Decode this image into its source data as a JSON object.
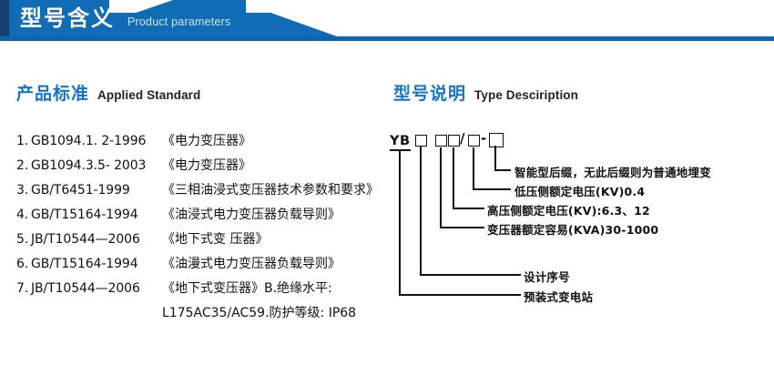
{
  "banner": {
    "title": "型号含义",
    "subtitle": "Product parameters",
    "accent_color": "#0f6cb5",
    "dark_color": "#17406e"
  },
  "sections": {
    "left": {
      "cn": "产品标准",
      "en": "Applied Standard"
    },
    "right": {
      "cn": "型号说明",
      "en": "Type Desciription"
    }
  },
  "standards": [
    {
      "index": "1.",
      "code": "GB1094.1. 2-1996",
      "name": "《电力变压器》"
    },
    {
      "index": "2.",
      "code": "GB1094.3.5- 2003",
      "name": "《电力变压器》"
    },
    {
      "index": "3.",
      "code": "GB/T6451-1999",
      "name": "《三相油浸式变压器技术参数和要求》"
    },
    {
      "index": "4.",
      "code": "GB/T15164-1994",
      "name": "《油浸式电力变压器负载导则》"
    },
    {
      "index": "5.",
      "code": "JB/T10544—2006",
      "name": "《地下式变 压器》"
    },
    {
      "index": "6.",
      "code": "GB/T15164-1994",
      "name": "《油漫式电力变压器负载导则》"
    },
    {
      "index": "7.",
      "code": "JB/T10544—2006",
      "name": "《地下式变压器》B.绝缘水平:"
    }
  ],
  "standards_continuation": "L175AC35/AC59.防护等级: IP68",
  "type_code": {
    "prefix": "YB",
    "slash": "/",
    "dash": "-",
    "box_count": 5
  },
  "callouts": [
    {
      "label": "智能型后缀，无此后缀则为普通地埋变"
    },
    {
      "label": "低压侧额定电压(KV)0.4"
    },
    {
      "label": "高压侧额定电压(KV):6.3、12"
    },
    {
      "label": "变压器额定容易(KVA)30-1000"
    },
    {
      "label": "设计序号"
    },
    {
      "label": "预装式变电站"
    }
  ]
}
